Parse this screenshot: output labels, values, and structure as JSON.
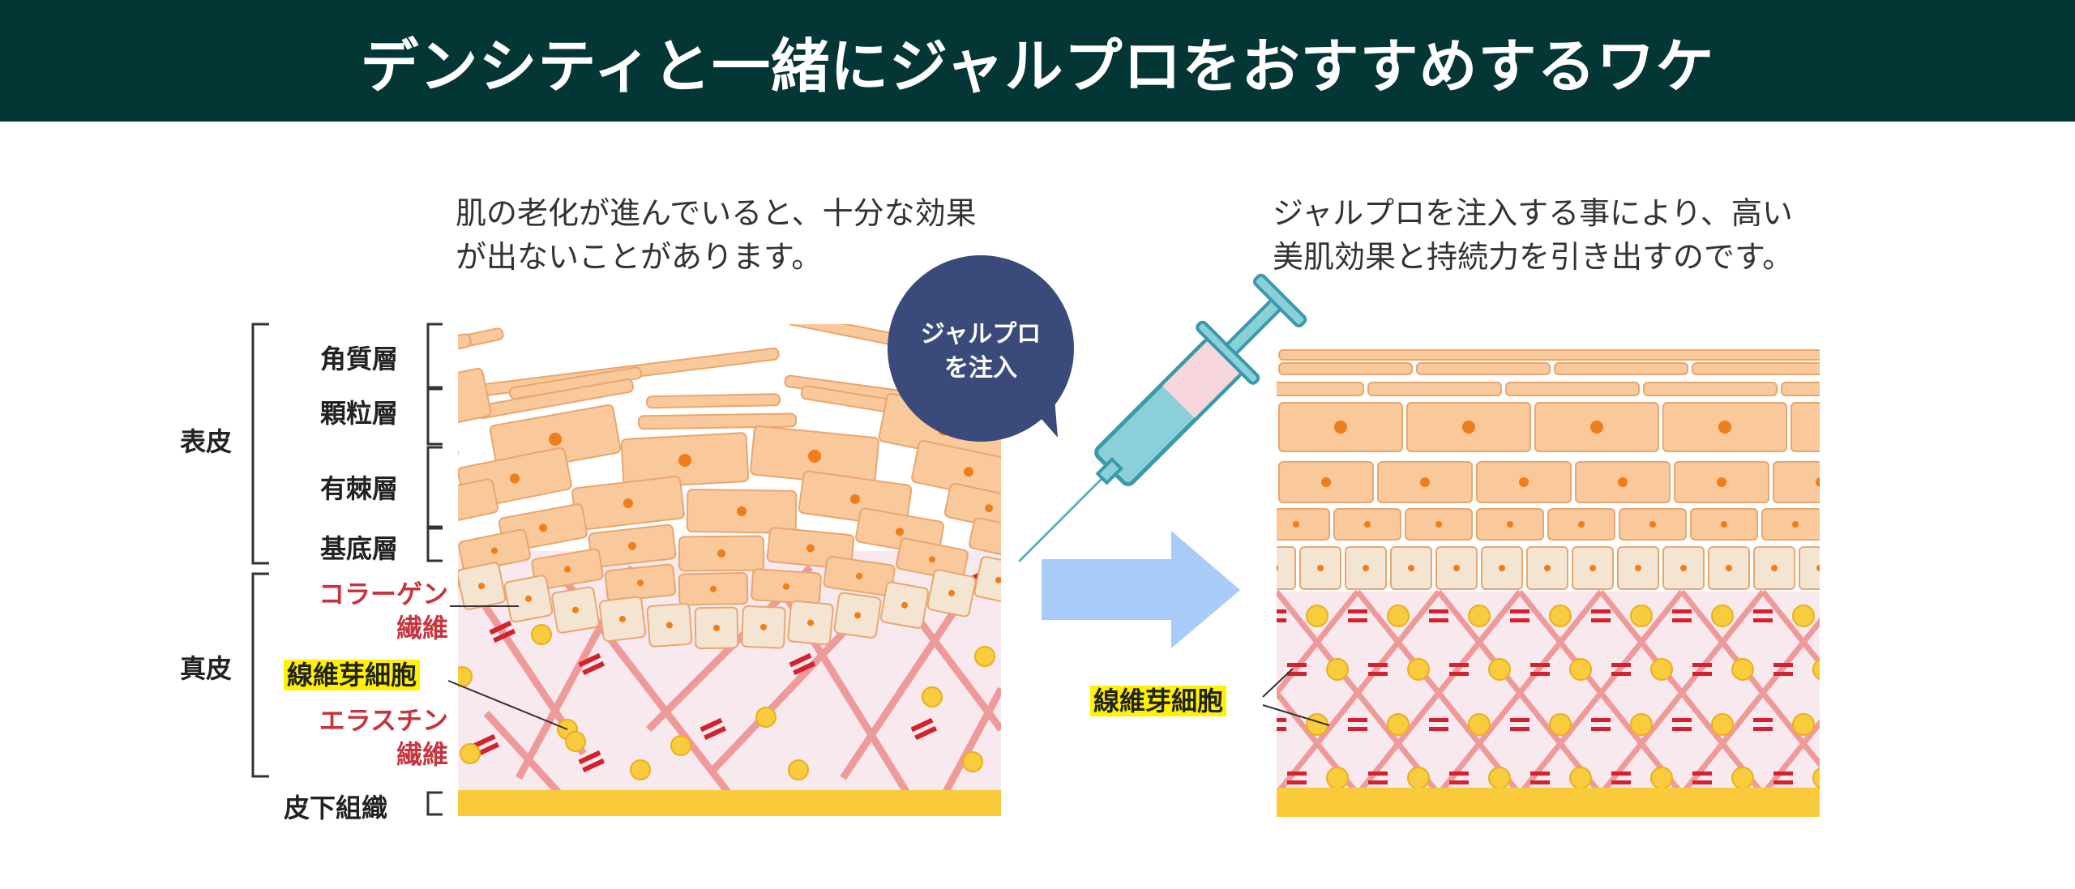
{
  "header": {
    "title": "デンシティと一緒にジャルプロをおすすめするワケ"
  },
  "left_caption": [
    "肌の老化が進んでいると、十分な効果",
    "が出ないことがあります。"
  ],
  "right_caption": [
    "ジャルプロを注入する事により、高い",
    "美肌効果と持続力を引き出すのです。"
  ],
  "bubble": [
    "ジャルプロ",
    "を注入"
  ],
  "labels": {
    "epidermis": "表皮",
    "dermis": "真皮",
    "stratum_corneum": "角質層",
    "stratum_granulosum": "顆粒層",
    "stratum_spinosum": "有棘層",
    "stratum_basale": "基底層",
    "collagen": [
      "コラーゲン",
      "繊維"
    ],
    "fibroblast": "線維芽細胞",
    "elastin": [
      "エラスチン",
      "繊維"
    ],
    "subcutaneous": "皮下組織",
    "fibroblast_right": "線維芽細胞"
  },
  "colors": {
    "header_bg": "#043636",
    "cell": "#f9c89b",
    "cell_border": "#e8a770",
    "nucleus": "#ef7d1a",
    "basal": "#f4e4d2",
    "dermis_bg": "#f8e9ef",
    "fiber": "#ef9a9a",
    "elastin": "#d3212d",
    "fibroblast": "#f8cc3c",
    "fat": "#f9cb3b",
    "arrow": "#a8cbf7",
    "bubble": "#3a4a7a",
    "syringe": "#8bd0d8"
  }
}
